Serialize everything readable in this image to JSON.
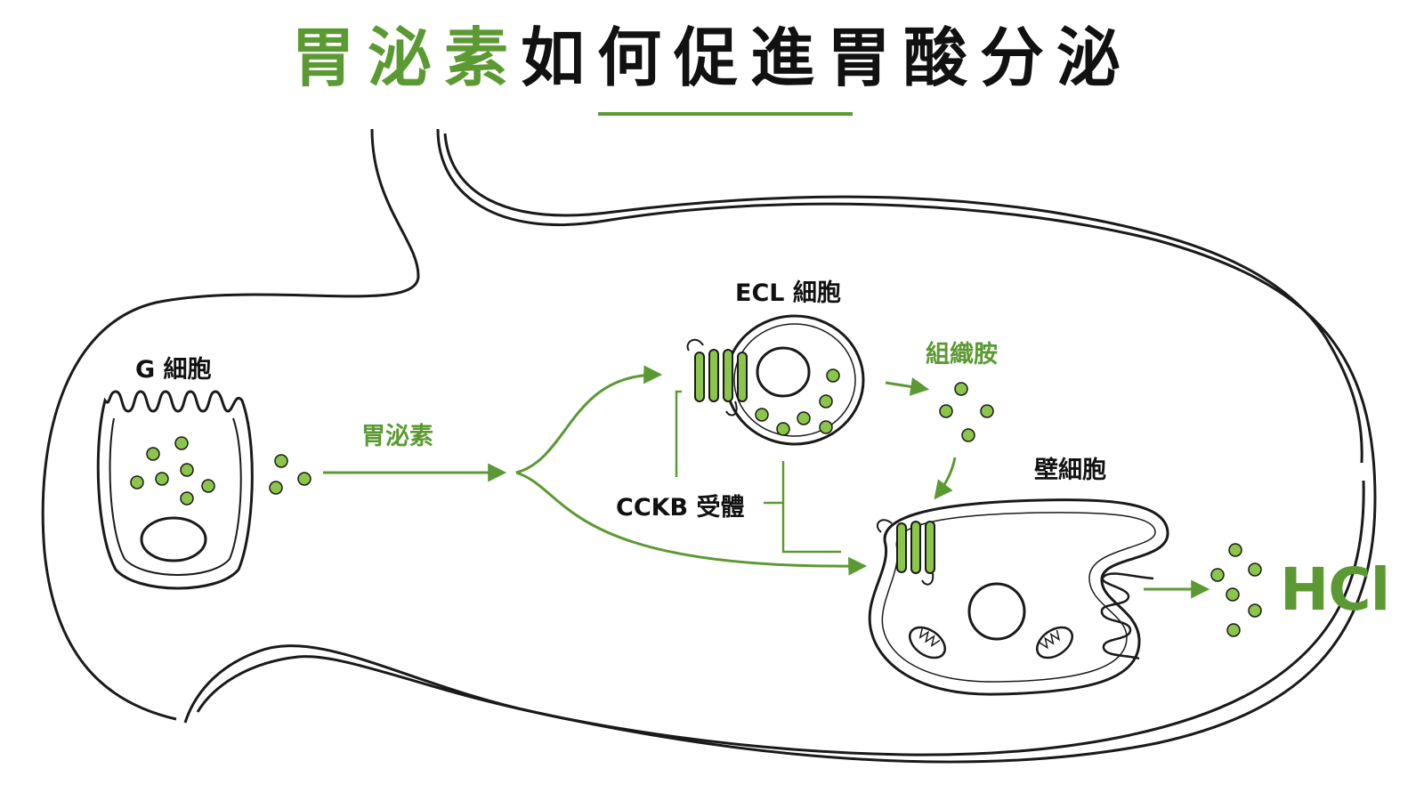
{
  "title": {
    "part1": "胃泌素",
    "part2": "如何促進胃酸分泌"
  },
  "labels": {
    "g_cell": "G 細胞",
    "gastrin": "胃泌素",
    "ecl_cell": "ECL 細胞",
    "histamine": "組織胺",
    "receptor": "CCKB 受體",
    "parietal_cell": "壁細胞",
    "hcl": "HCl"
  },
  "colors": {
    "accent": "#5b9a32",
    "dot_fill": "#8bc54a",
    "outline": "#1a1a1a"
  }
}
